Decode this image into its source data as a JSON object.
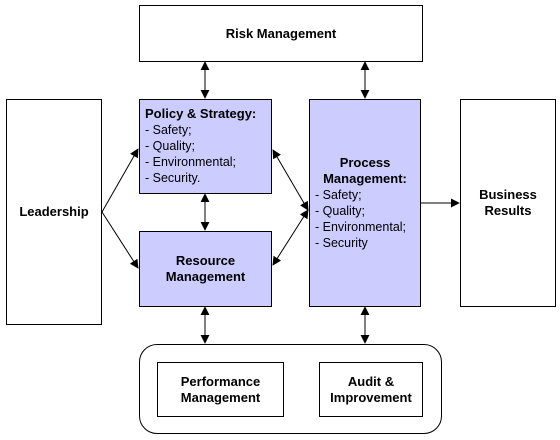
{
  "risk_management": "Risk Management",
  "leadership": "Leadership",
  "policy": {
    "title": "Policy & Strategy:",
    "items": [
      "Safety;",
      "Quality;",
      "Environmental;",
      "Security."
    ]
  },
  "resource": {
    "line1": "Resource",
    "line2": "Management"
  },
  "process": {
    "line1": "Process",
    "line2": "Management:",
    "items": [
      "Safety;",
      "Quality;",
      "Environmental;",
      "Security"
    ]
  },
  "business": {
    "line1": "Business",
    "line2": "Results"
  },
  "performance": {
    "line1": "Performance",
    "line2": "Management"
  },
  "audit": {
    "line1": "Audit &",
    "line2": "Improvement"
  },
  "colors": {
    "highlight_fill": "#ccccff",
    "stroke": "#000000"
  }
}
